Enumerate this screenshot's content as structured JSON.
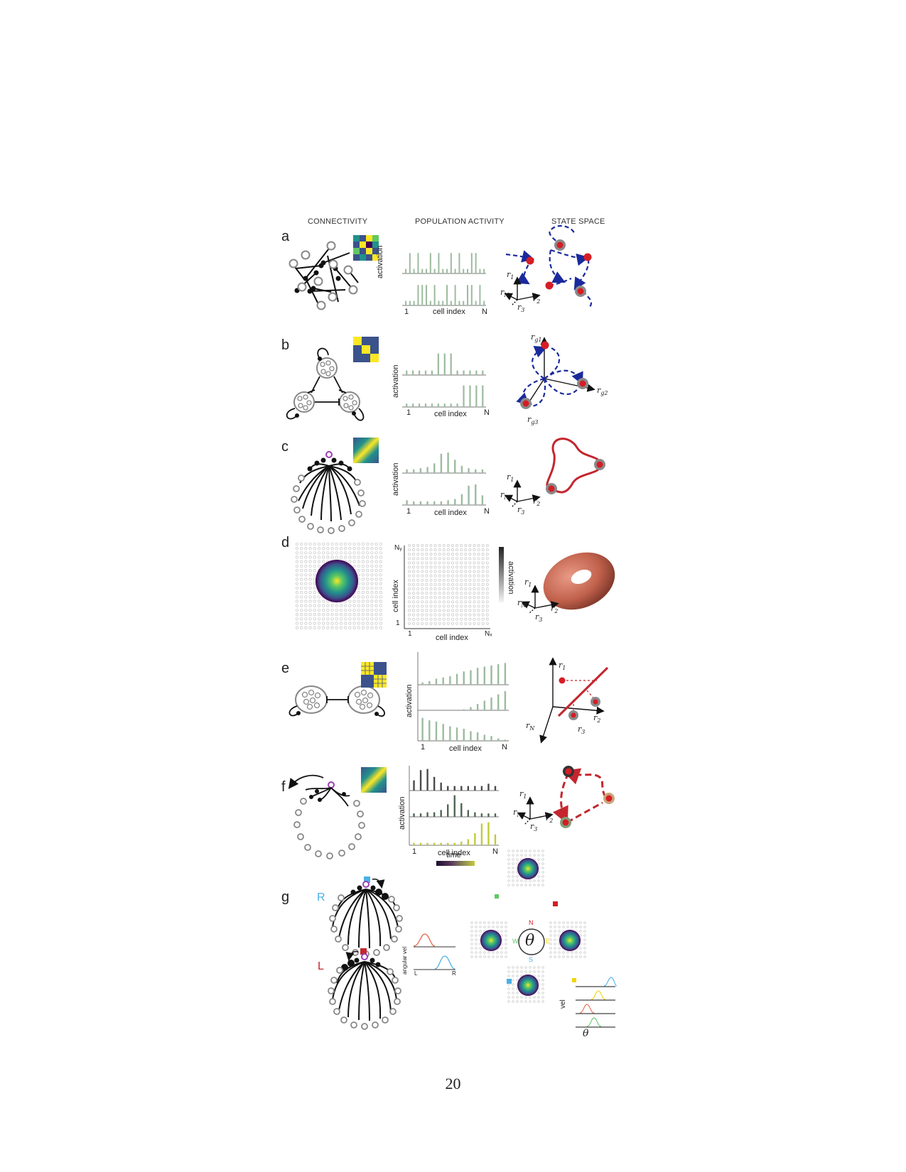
{
  "column_headers": {
    "connectivity": "CONNECTIVITY",
    "population": "POPULATION ACTIVITY",
    "state": "STATE SPACE"
  },
  "panels": {
    "a": "a",
    "b": "b",
    "c": "c",
    "d": "d",
    "e": "e",
    "f": "f",
    "g": "g"
  },
  "axis": {
    "activation": "activation",
    "cell_index": "cell index",
    "one": "1",
    "N": "N",
    "Nx": "Nₓ",
    "Ny": "Nᵧ",
    "time": "time",
    "angular_vel": "angular vel",
    "L": "L",
    "R": "R",
    "vel": "vel",
    "theta": "θ"
  },
  "state_labels": {
    "r1": "r",
    "r2": "r",
    "r3": "r",
    "rN": "r",
    "s1": "1",
    "s2": "2",
    "s3": "3",
    "sN": "N",
    "g1": "g1",
    "g2": "g2",
    "g3": "g3"
  },
  "compass": {
    "N": "N",
    "S": "S",
    "E": "E",
    "W": "W"
  },
  "ring_labels": {
    "R": "R",
    "L": "L"
  },
  "bar_heights": {
    "a1": [
      0.2,
      0.9,
      0.2,
      0.9,
      0.2,
      0.2,
      0.9,
      0.2,
      0.9,
      0.2,
      0.2,
      0.9,
      0.2,
      0.9,
      0.2,
      0.2,
      0.9,
      0.9,
      0.2,
      0.2
    ],
    "a2": [
      0.2,
      0.2,
      0.2,
      0.9,
      0.9,
      0.9,
      0.2,
      0.9,
      0.2,
      0.2,
      0.9,
      0.2,
      0.9,
      0.2,
      0.2,
      0.9,
      0.9,
      0.2,
      0.9,
      0.2
    ],
    "b1": [
      0.2,
      0.2,
      0.2,
      0.2,
      0.2,
      0.95,
      0.95,
      0.95,
      0.2,
      0.2,
      0.2,
      0.2,
      0.2
    ],
    "b2": [
      0.15,
      0.15,
      0.15,
      0.15,
      0.15,
      0.15,
      0.15,
      0.15,
      0.15,
      0.95,
      0.95,
      0.95,
      0.95
    ],
    "c1": [
      0.15,
      0.15,
      0.2,
      0.25,
      0.4,
      0.8,
      0.85,
      0.55,
      0.3,
      0.2,
      0.15,
      0.15
    ],
    "c2": [
      0.2,
      0.15,
      0.15,
      0.15,
      0.15,
      0.15,
      0.2,
      0.25,
      0.45,
      0.8,
      0.85,
      0.4
    ],
    "e1": [
      0.1,
      0.15,
      0.25,
      0.3,
      0.35,
      0.45,
      0.55,
      0.6,
      0.7,
      0.75,
      0.8,
      0.85,
      0.9
    ],
    "e2": [
      0,
      0,
      0,
      0,
      0,
      0,
      0.05,
      0.15,
      0.3,
      0.45,
      0.6,
      0.75,
      0.9
    ],
    "e3": [
      0.95,
      0.85,
      0.8,
      0.7,
      0.6,
      0.55,
      0.5,
      0.4,
      0.35,
      0.25,
      0.2,
      0.1,
      0.05
    ],
    "f1": [
      0.45,
      0.9,
      0.95,
      0.6,
      0.35,
      0.2,
      0.2,
      0.2,
      0.2,
      0.2,
      0.2,
      0.3,
      0.2
    ],
    "f2": [
      0.15,
      0.15,
      0.2,
      0.2,
      0.3,
      0.55,
      0.95,
      0.6,
      0.3,
      0.2,
      0.15,
      0.15,
      0.15
    ],
    "f3": [
      0.1,
      0.1,
      0.1,
      0.1,
      0.1,
      0.1,
      0.1,
      0.15,
      0.25,
      0.5,
      0.9,
      0.95,
      0.45
    ]
  },
  "colors": {
    "bar": "#9dbba0",
    "blue": "#1a2a9c",
    "red": "#c4262e",
    "grey": "#8a8a8a",
    "viridis": [
      "#440154",
      "#3b528b",
      "#21918c",
      "#5ec962",
      "#fde725"
    ]
  },
  "page_number": "20"
}
